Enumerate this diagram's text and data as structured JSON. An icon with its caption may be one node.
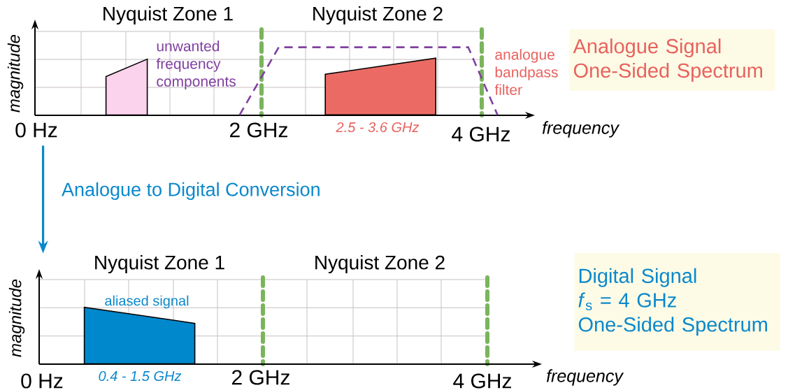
{
  "diagram": {
    "nodes": [
      {
        "text": [],
        "shape": "picture"
      },
      {
        "text": [],
        "shape": "trapezoid",
        "in": 0,
        "beside": [
          "unwanted frequency components"
        ]
      },
      {
        "text": [],
        "shape": "trapezoid",
        "in": 0,
        "beside": [
          "analogue bandpass filter"
        ]
      },
      {
        "text": [],
        "shape": "trapezoid",
        "in": 2,
        "beside": [
          "2.5 - 3.6 GHz"
        ]
      },
      {
        "text": [
          "Analogue Signal One-Sided Spectrum"
        ]
      },
      {
        "text": [],
        "shape": "picture"
      },
      {
        "text": [],
        "shape": "trapezoid",
        "in": 5,
        "beside": [
          "aliased signal",
          "0.4 - 1.5 GHz"
        ]
      },
      {
        "text": [
          "Digital Signal",
          "*f*$_{s}$ = 4 GHz",
          "One-Sided Spectrum"
        ]
      }
    ],
    "edges": [
      {
        "from": 0,
        "to": 5,
        "arrow": "to",
        "label": "Analogue to Digital Conversion"
      }
    ],
    "labels": [
      "Nyquist Zone 1",
      "Nyquist Zone 2",
      "magnitude",
      "0 Hz",
      "2 GHz",
      "4 GHz",
      "frequency",
      "Nyquist Zone 1",
      "Nyquist Zone 2",
      "magnitude",
      "0 Hz",
      "2 GHz",
      "4 GHz",
      "frequency"
    ]
  }
}
